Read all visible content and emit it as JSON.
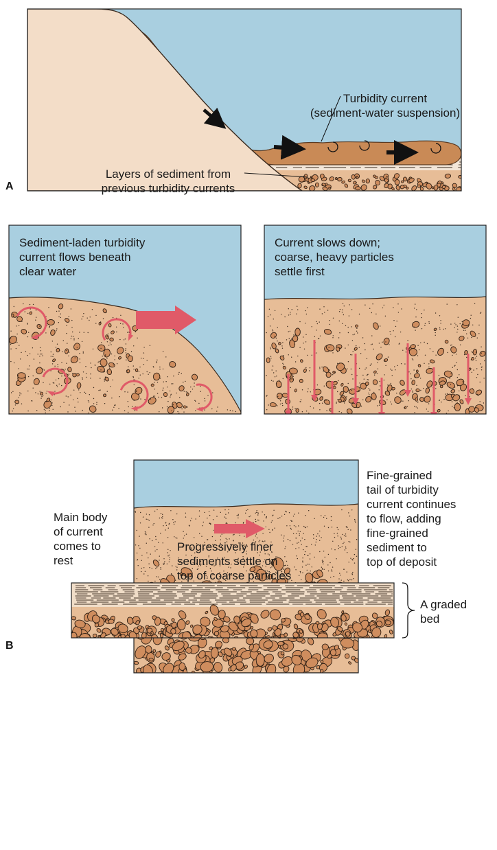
{
  "panel_a": {
    "letter": "A",
    "turbidity_label_1": "Turbidity current",
    "turbidity_label_2": "(sediment-water suspension)",
    "layers_label_1": "Layers of sediment from",
    "layers_label_2": "previous turbidity currents"
  },
  "panel_b": {
    "letter": "B",
    "left_box_text": "Sediment-laden turbidity\ncurrent flows beneath\nclear water",
    "right_box_text": "Current slows down;\ncoarse, heavy particles\nsettle first",
    "main_body_text": "Main body\nof current\ncomes to\nrest",
    "fine_tail_text": "Fine-grained\ntail of turbidity\ncurrent continues\nto flow, adding\nfine-grained\nsediment to\ntop of deposit",
    "progressive_text": "Progressively finer\nsediments settle on\ntop of coarse particles",
    "graded_bed_text": "A graded\nbed"
  },
  "colors": {
    "water": "#a9cfe0",
    "sediment": "#e7bd97",
    "land": "#f3ddc8",
    "current": "#c98a56",
    "arrow_red": "#e05a68",
    "pebble": "#cf8d5e"
  }
}
